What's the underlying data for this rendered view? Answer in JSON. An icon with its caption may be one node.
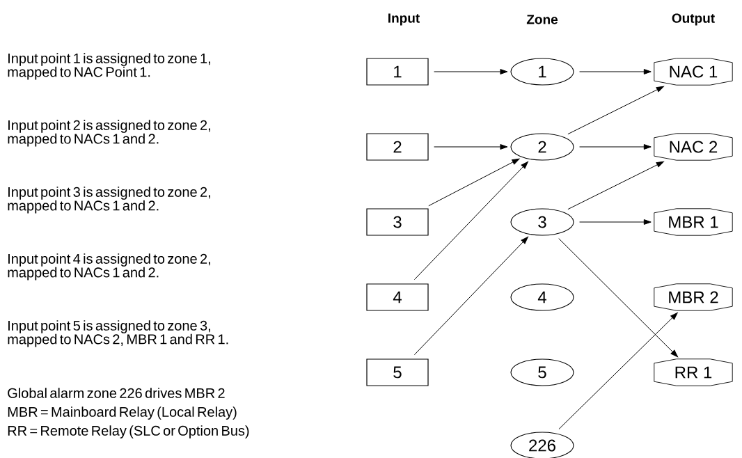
{
  "diagram": {
    "nodes": [
      {
        "text": [
          "1"
        ]
      },
      {
        "text": [
          "2"
        ]
      },
      {
        "text": [
          "3"
        ]
      },
      {
        "text": [
          "4"
        ]
      },
      {
        "text": [
          "5"
        ]
      },
      {
        "text": [
          "1"
        ]
      },
      {
        "text": [
          "2"
        ]
      },
      {
        "text": [
          "3"
        ]
      },
      {
        "text": [
          "4"
        ]
      },
      {
        "text": [
          "5"
        ]
      },
      {
        "text": [
          "226"
        ]
      },
      {
        "text": [
          "NAC 1"
        ]
      },
      {
        "text": [
          "NAC 2"
        ]
      },
      {
        "text": [
          "MBR 1"
        ]
      },
      {
        "text": [
          "MBR 2"
        ]
      },
      {
        "text": [
          "RR 1"
        ]
      }
    ],
    "edges": [
      {
        "from": 0,
        "to": 5,
        "arrow": "to"
      },
      {
        "from": 1,
        "to": 6,
        "arrow": "to"
      },
      {
        "from": 2,
        "to": 6,
        "arrow": "to"
      },
      {
        "from": 3,
        "to": 6,
        "arrow": "to"
      },
      {
        "from": 4,
        "to": 7,
        "arrow": "to"
      },
      {
        "from": 5,
        "to": 11,
        "arrow": "to"
      },
      {
        "from": 6,
        "to": 11,
        "arrow": "to"
      },
      {
        "from": 6,
        "to": 12,
        "arrow": "to"
      },
      {
        "from": 7,
        "to": 12,
        "arrow": "to"
      },
      {
        "from": 7,
        "to": 13,
        "arrow": "to"
      },
      {
        "from": 7,
        "to": 15,
        "arrow": "to"
      },
      {
        "from": 10,
        "to": 14,
        "arrow": "to"
      }
    ],
    "labels": [
      "Input",
      "Zone",
      "Output",
      "Input point 1 is assigned to zone 1, mapped to NAC Point 1.",
      "Input point 2 is assigned to zone 2, mapped to NACs 1 and 2.",
      "Input point 3 is assigned to zone 2, mapped to NACs 1 and 2.",
      "Input point 4 is assigned to zone 2, mapped to NACs 1 and 2.",
      "Input point 5 is assigned to zone 3, mapped to NACs 2, MBR 1 and RR 1.",
      "Global alarm zone 226 drives MBR 2",
      "MBR = Mainboard Relay (Local Relay)",
      "RR = Remote Relay (SLC or Option Bus)"
    ]
  }
}
